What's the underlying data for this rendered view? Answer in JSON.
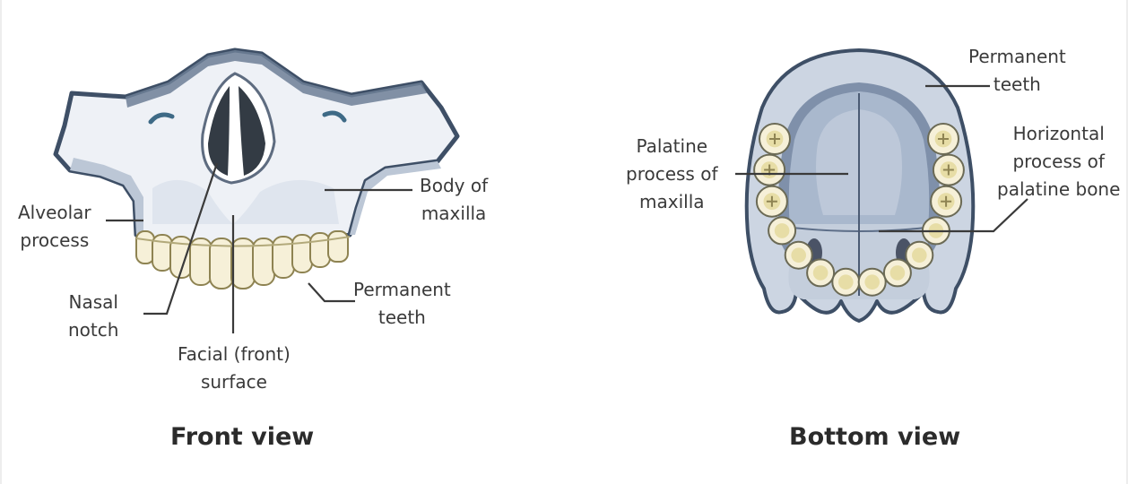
{
  "front_view": {
    "caption": "Front view",
    "labels": {
      "alveolar": [
        "Alveolar",
        "process"
      ],
      "nasal": [
        "Nasal",
        "notch"
      ],
      "facial": [
        "Facial (front)",
        "surface"
      ],
      "permanent": [
        "Permanent",
        "teeth"
      ],
      "body": [
        "Body of",
        "maxilla"
      ]
    }
  },
  "bottom_view": {
    "caption": "Bottom view",
    "labels": {
      "palatine_process": [
        "Palatine",
        "process of",
        "maxilla"
      ],
      "permanent": [
        "Permanent",
        "teeth"
      ],
      "horizontal": [
        "Horizontal",
        "process of",
        "palatine bone"
      ]
    }
  },
  "colors": {
    "bone": "#eef1f6",
    "bone_shade": "#d2dae6",
    "bone_outline": "#3e4f66",
    "tooth": "#f6f0d8",
    "tooth_core": "#e7dda6",
    "palate": "#9cadc4",
    "leader_line": "#3a3a3a"
  }
}
